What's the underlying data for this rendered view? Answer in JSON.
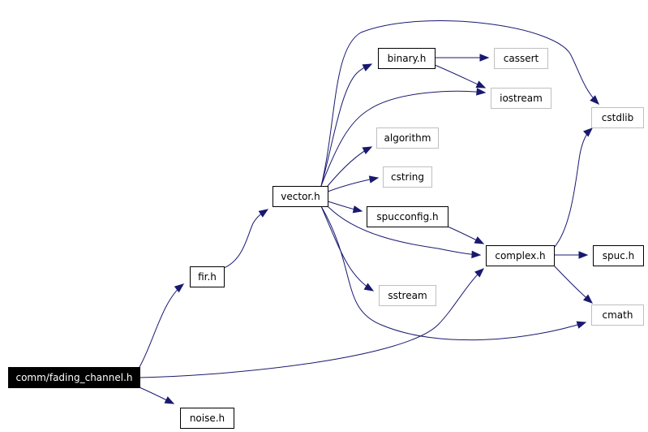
{
  "colors": {
    "edge": "#191970",
    "solid_border": "#000000",
    "dim_border": "#bfbfbf",
    "highlight_fill": "#000000",
    "highlight_text": "#ffffff",
    "normal_fill": "#ffffff",
    "normal_text": "#000000"
  },
  "nodes": [
    {
      "id": "fading_channel",
      "label": "comm/fading_channel.h",
      "style": "highlight"
    },
    {
      "id": "fir",
      "label": "fir.h",
      "style": "solid"
    },
    {
      "id": "noise",
      "label": "noise.h",
      "style": "solid"
    },
    {
      "id": "vector",
      "label": "vector.h",
      "style": "solid"
    },
    {
      "id": "binary",
      "label": "binary.h",
      "style": "solid"
    },
    {
      "id": "cassert",
      "label": "cassert",
      "style": "dim"
    },
    {
      "id": "iostream",
      "label": "iostream",
      "style": "dim"
    },
    {
      "id": "cstdlib",
      "label": "cstdlib",
      "style": "dim"
    },
    {
      "id": "algorithm",
      "label": "algorithm",
      "style": "dim"
    },
    {
      "id": "cstring",
      "label": "cstring",
      "style": "dim"
    },
    {
      "id": "spucconfig",
      "label": "spucconfig.h",
      "style": "solid"
    },
    {
      "id": "complex",
      "label": "complex.h",
      "style": "solid"
    },
    {
      "id": "spuc",
      "label": "spuc.h",
      "style": "solid"
    },
    {
      "id": "sstream",
      "label": "sstream",
      "style": "dim"
    },
    {
      "id": "cmath",
      "label": "cmath",
      "style": "dim"
    }
  ],
  "edges": [
    {
      "from": "fading_channel",
      "to": "fir"
    },
    {
      "from": "fading_channel",
      "to": "noise"
    },
    {
      "from": "fading_channel",
      "to": "complex"
    },
    {
      "from": "fir",
      "to": "vector"
    },
    {
      "from": "vector",
      "to": "binary"
    },
    {
      "from": "vector",
      "to": "cstdlib"
    },
    {
      "from": "vector",
      "to": "iostream"
    },
    {
      "from": "vector",
      "to": "algorithm"
    },
    {
      "from": "vector",
      "to": "cstring"
    },
    {
      "from": "vector",
      "to": "spucconfig"
    },
    {
      "from": "vector",
      "to": "complex"
    },
    {
      "from": "vector",
      "to": "sstream"
    },
    {
      "from": "vector",
      "to": "cmath"
    },
    {
      "from": "binary",
      "to": "cassert"
    },
    {
      "from": "binary",
      "to": "iostream"
    },
    {
      "from": "spucconfig",
      "to": "complex"
    },
    {
      "from": "complex",
      "to": "cstdlib"
    },
    {
      "from": "complex",
      "to": "spuc"
    },
    {
      "from": "complex",
      "to": "cmath"
    }
  ]
}
